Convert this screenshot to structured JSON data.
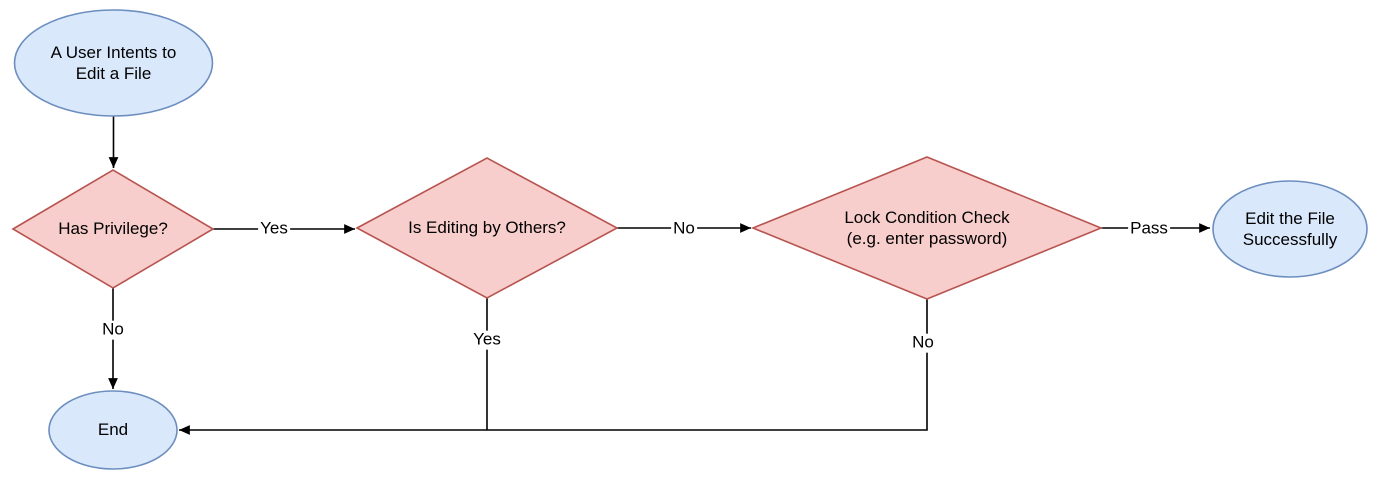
{
  "diagram": {
    "type": "flowchart",
    "background": "#ffffff",
    "colors": {
      "terminal_fill": "#dae8fc",
      "terminal_stroke": "#6c8ebf",
      "decision_fill": "#f8cecc",
      "decision_stroke": "#b85450",
      "edge_color": "#000000",
      "text_color": "#000000"
    },
    "nodes": {
      "start": {
        "shape": "ellipse",
        "label": "A User Intents to Edit a File"
      },
      "has_privilege": {
        "shape": "diamond",
        "label": "Has Privilege?"
      },
      "is_editing_by_others": {
        "shape": "diamond",
        "label": "Is Editing by Others?"
      },
      "lock_condition_check": {
        "shape": "diamond",
        "label": "Lock Condition Check (e.g. enter password)"
      },
      "edit_success": {
        "shape": "ellipse",
        "label": "Edit the File Successfully"
      },
      "end": {
        "shape": "ellipse",
        "label": "End"
      }
    },
    "edges": {
      "start_to_has_privilege": {
        "from": "start",
        "to": "has_privilege",
        "label": ""
      },
      "privilege_yes": {
        "from": "has_privilege",
        "to": "is_editing_by_others",
        "label": "Yes"
      },
      "privilege_no": {
        "from": "has_privilege",
        "to": "end",
        "label": "No"
      },
      "editing_no": {
        "from": "is_editing_by_others",
        "to": "lock_condition_check",
        "label": "No"
      },
      "editing_yes": {
        "from": "is_editing_by_others",
        "to": "end",
        "label": "Yes"
      },
      "lock_pass": {
        "from": "lock_condition_check",
        "to": "edit_success",
        "label": "Pass"
      },
      "lock_no": {
        "from": "lock_condition_check",
        "to": "end",
        "label": "No"
      }
    }
  }
}
